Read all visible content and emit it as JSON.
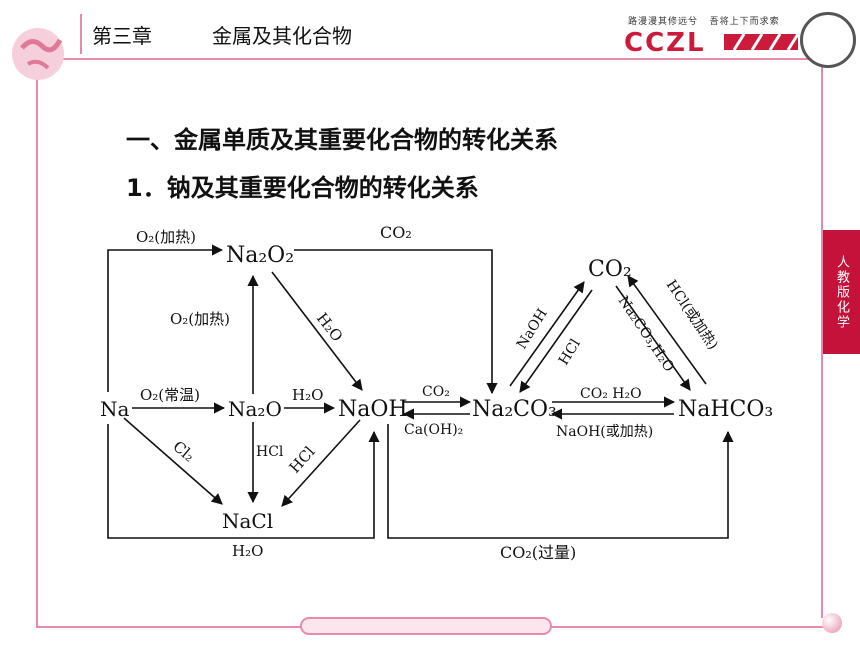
{
  "header": {
    "chapter": "第三章",
    "chapter_title": "金属及其化合物"
  },
  "brand": {
    "slogan_left": "路漫漫其修远兮",
    "slogan_right": "吾将上下而求索",
    "name": "CCZL"
  },
  "side_tab": "人教版化学",
  "headings": {
    "h1": "一、金属单质及其重要化合物的转化关系",
    "h2": "1．钠及其重要化合物的转化关系"
  },
  "nodes": {
    "na": "Na",
    "na2o2": "Na₂O₂",
    "na2o": "Na₂O",
    "naoh": "NaOH",
    "na2co3": "Na₂CO₃",
    "co2_top": "CO₂",
    "nahco3": "NaHCO₃",
    "nacl": "NaCl"
  },
  "labels": {
    "o2_heat_top": "O₂(加热)",
    "o2_heat_vert": "O₂(加热)",
    "o2_rt": "O₂(常温)",
    "h2o_diag": "H₂O",
    "h2o_mid": "H₂O",
    "co2_top_edge": "CO₂",
    "co2_naoh": "CO₂",
    "caoh2": "Ca(OH)₂",
    "cl2": "Cl₂",
    "hcl_vert": "HCl",
    "hcl_diag": "HCl",
    "naoh_edge": "NaOH",
    "hcl_edge": "HCl",
    "na2co3_h2o": "Na₂CO₃,H₂O",
    "hcl_heat": "HCl(或加热)",
    "co2_h2o": "CO₂ H₂O",
    "naoh_heat": "NaOH(或加热)",
    "h2o_bottom": "H₂O",
    "co2_excess": "CO₂(过量)"
  }
}
